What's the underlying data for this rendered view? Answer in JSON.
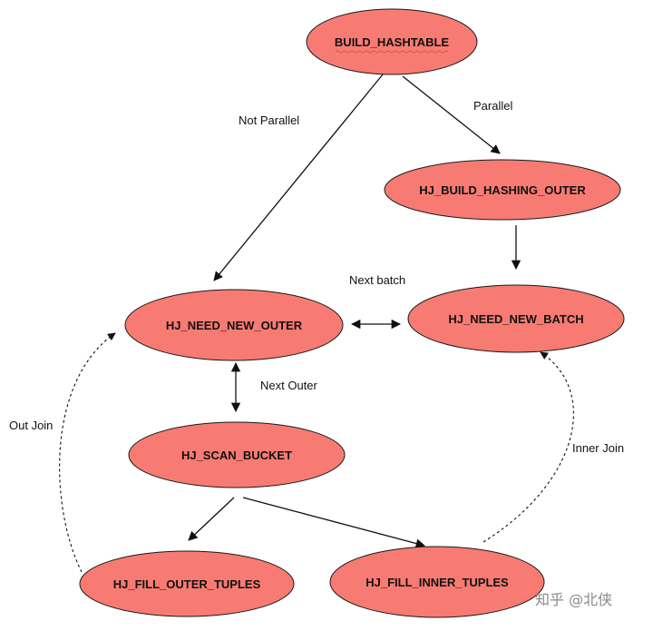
{
  "nodes": {
    "build_hashtable": "BUILD_HASHTABLE",
    "build_hashing_outer": "HJ_BUILD_HASHING_OUTER",
    "need_new_outer": "HJ_NEED_NEW_OUTER",
    "need_new_batch": "HJ_NEED_NEW_BATCH",
    "scan_bucket": "HJ_SCAN_BUCKET",
    "fill_outer_tuples": "HJ_FILL_OUTER_TUPLES",
    "fill_inner_tuples": "HJ_FILL_INNER_TUPLES"
  },
  "edge_labels": {
    "not_parallel": "Not Parallel",
    "parallel": "Parallel",
    "next_batch": "Next batch",
    "next_outer": "Next Outer",
    "out_join": "Out Join",
    "inner_join": "Inner Join"
  },
  "watermark": "知乎 @北侠",
  "colors": {
    "node_fill": "#f77b72",
    "stroke": "#111111"
  }
}
